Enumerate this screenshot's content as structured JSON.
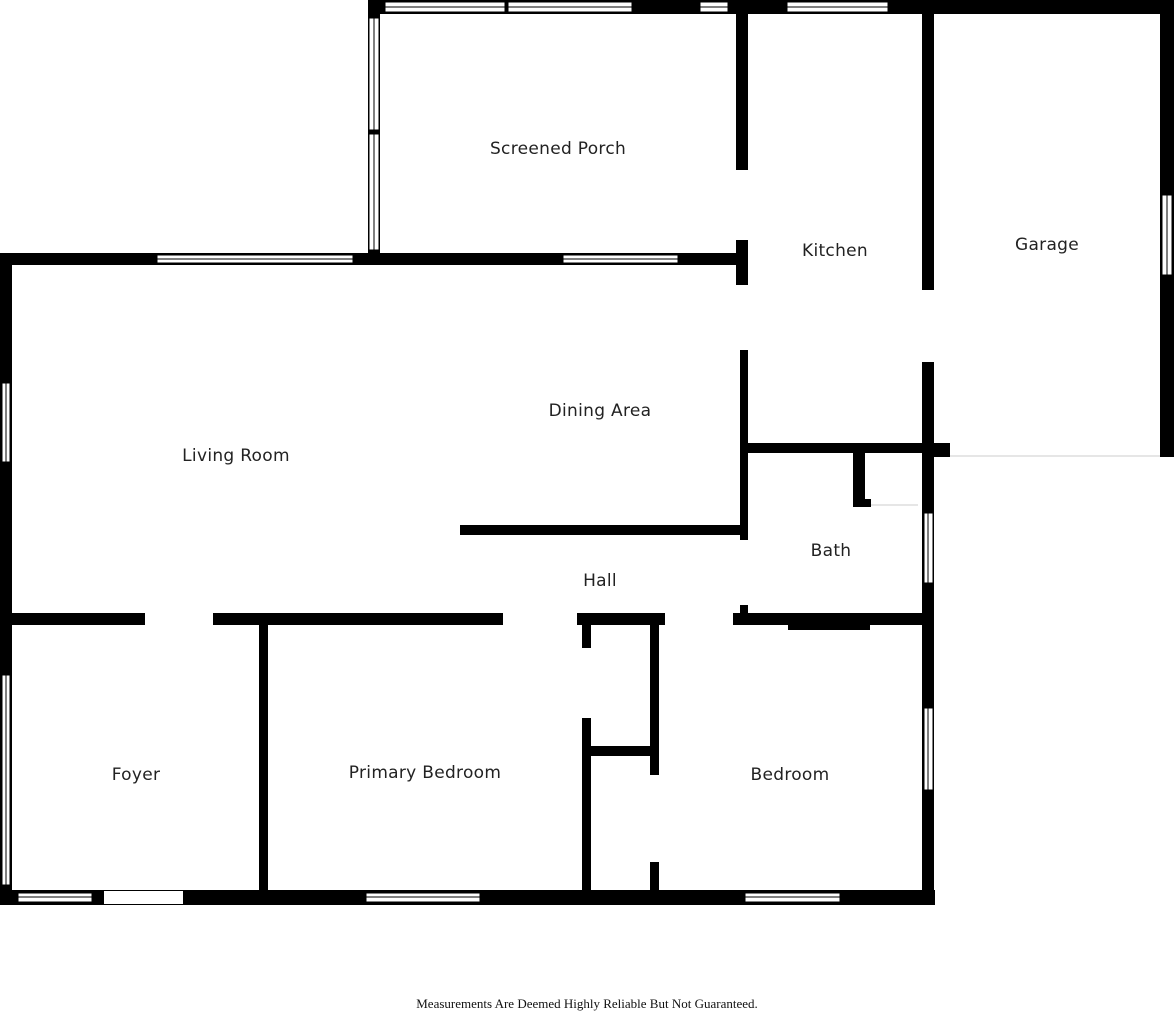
{
  "rooms": {
    "screened_porch": "Screened Porch",
    "kitchen": "Kitchen",
    "garage": "Garage",
    "living_room": "Living Room",
    "dining_area": "Dining Area",
    "bath": "Bath",
    "hall": "Hall",
    "foyer": "Foyer",
    "primary_bedroom": "Primary Bedroom",
    "bedroom": "Bedroom"
  },
  "footer": "Measurements Are Deemed Highly Reliable But Not Guaranteed."
}
